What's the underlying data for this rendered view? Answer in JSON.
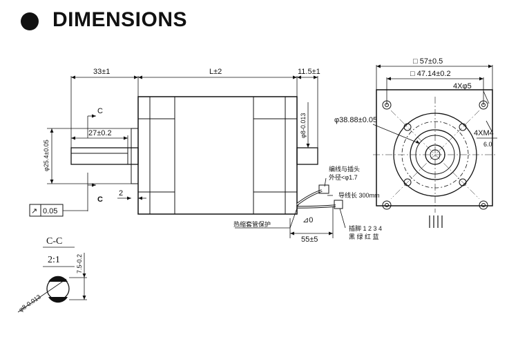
{
  "header": {
    "title": "DIMENSIONS"
  },
  "side_view": {
    "dim_shaft_length": "33±1",
    "dim_body_length": "L±2",
    "dim_rear_shaft": "11.5±1",
    "dim_flat_length": "27±0.2",
    "dim_boss_diameter": "φ25.4±0.05",
    "dim_rear_shaft_diameter": "φ8-0.013",
    "dim_boss_height": "2",
    "section_mark_top": "C",
    "section_mark_bottom": "C",
    "tolerance_symbol": "↗",
    "tolerance_value": "0.05",
    "cable_note_1": "编线与插头",
    "cable_note_2": "外径<φ1.7",
    "cable_note_3": "导线长 300mm",
    "heatshrink_note": "热缩套管保护",
    "dim_cable_length": "55±5",
    "cable_tilt": "⊿0",
    "wire_pins": "插脚 1 2 3 4",
    "wire_colors": "黑 绿 红 蓝"
  },
  "front_view": {
    "dim_square": "□ 57±0.5",
    "dim_hole_spacing": "□ 47.14±0.2",
    "dim_holes": "4Xφ5",
    "dim_pilot_diameter": "φ38.88±0.05",
    "dim_depth": "4XM4",
    "dim_depth_2": "6.0"
  },
  "section": {
    "title": "C-C",
    "scale": "2:1",
    "dim_flat": "7.5-0.2",
    "dim_diameter": "φ8-0.013"
  }
}
